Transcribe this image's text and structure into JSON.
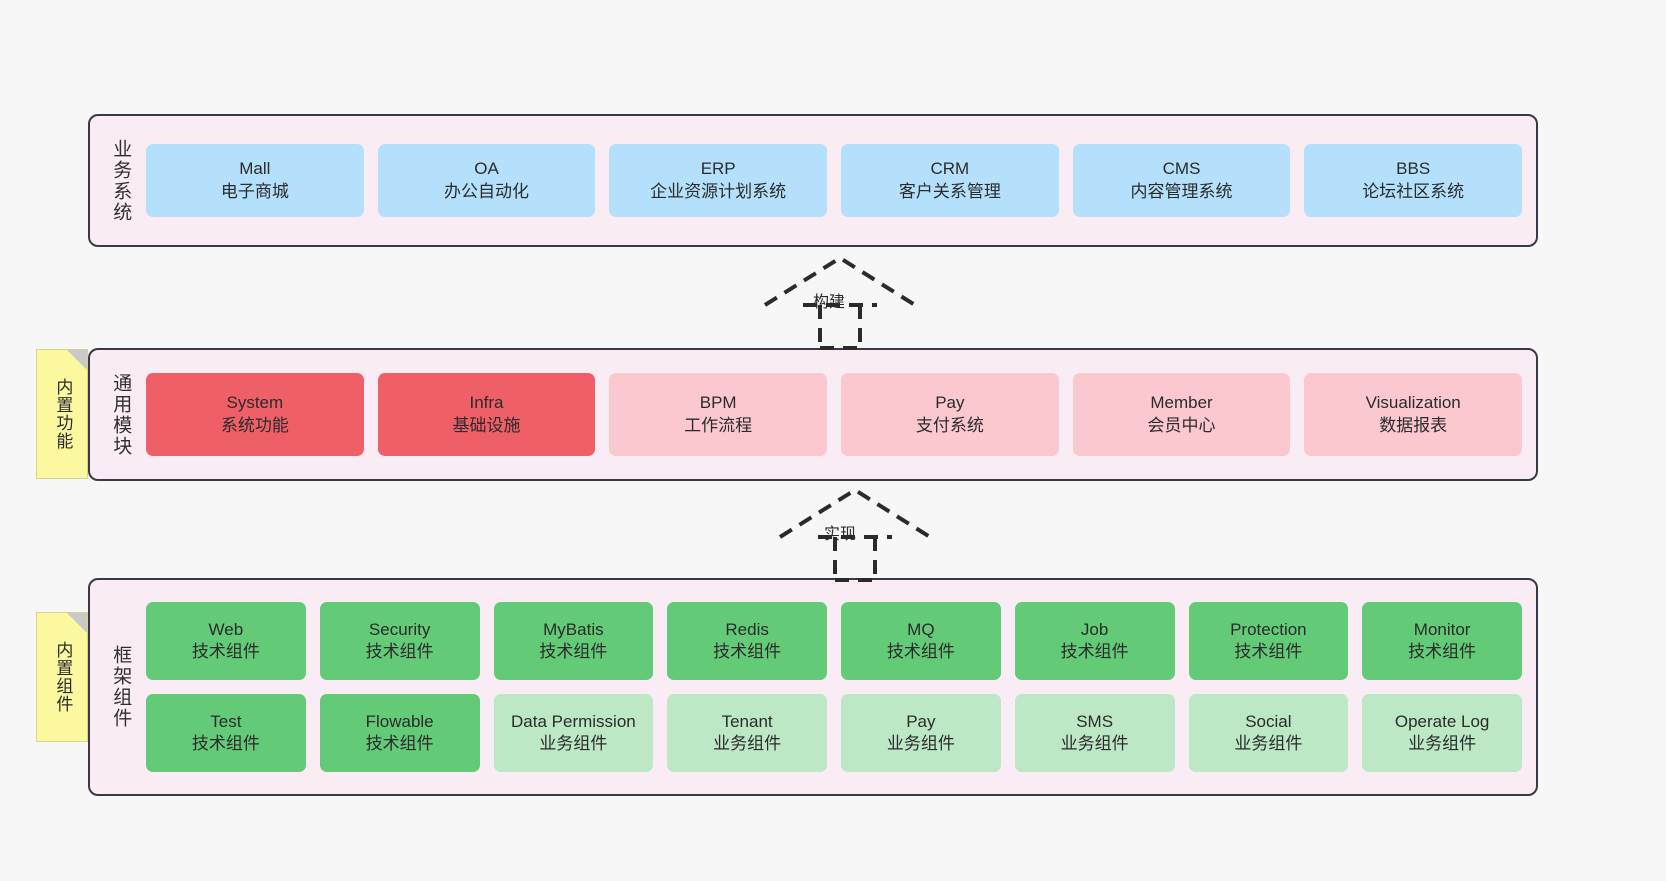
{
  "diagram": {
    "title": "",
    "colors": {
      "layer_background": "#f9ecf5",
      "layer_border": "#3d3846",
      "business_card": "#b4e0fb",
      "common_core_card": "#ef5f68",
      "common_card": "#fbc8d0",
      "tech_component_card": "#63cb78",
      "business_component_card": "#bde8c6",
      "sticky_note": "#fbf8a0",
      "canvas": "#f7f7f7"
    }
  },
  "layers": {
    "business": {
      "title": "业务系统",
      "cards": [
        {
          "en": "Mall",
          "cn": "电子商城"
        },
        {
          "en": "OA",
          "cn": "办公自动化"
        },
        {
          "en": "ERP",
          "cn": "企业资源计划系统"
        },
        {
          "en": "CRM",
          "cn": "客户关系管理"
        },
        {
          "en": "CMS",
          "cn": "内容管理系统"
        },
        {
          "en": "BBS",
          "cn": "论坛社区系统"
        }
      ]
    },
    "common": {
      "title": "通用模块",
      "sticky": "内置功能",
      "cards": [
        {
          "en": "System",
          "cn": "系统功能"
        },
        {
          "en": "Infra",
          "cn": "基础设施"
        },
        {
          "en": "BPM",
          "cn": "工作流程"
        },
        {
          "en": "Pay",
          "cn": "支付系统"
        },
        {
          "en": "Member",
          "cn": "会员中心"
        },
        {
          "en": "Visualization",
          "cn": "数据报表"
        }
      ]
    },
    "framework": {
      "title": "框架组件",
      "sticky": "内置组件",
      "row1": [
        {
          "en": "Web",
          "cn": "技术组件"
        },
        {
          "en": "Security",
          "cn": "技术组件"
        },
        {
          "en": "MyBatis",
          "cn": "技术组件"
        },
        {
          "en": "Redis",
          "cn": "技术组件"
        },
        {
          "en": "MQ",
          "cn": "技术组件"
        },
        {
          "en": "Job",
          "cn": "技术组件"
        },
        {
          "en": "Protection",
          "cn": "技术组件"
        },
        {
          "en": "Monitor",
          "cn": "技术组件"
        }
      ],
      "row2": [
        {
          "en": "Test",
          "cn": "技术组件"
        },
        {
          "en": "Flowable",
          "cn": "技术组件"
        },
        {
          "en": "Data Permission",
          "cn": "业务组件"
        },
        {
          "en": "Tenant",
          "cn": "业务组件"
        },
        {
          "en": "Pay",
          "cn": "业务组件"
        },
        {
          "en": "SMS",
          "cn": "业务组件"
        },
        {
          "en": "Social",
          "cn": "业务组件"
        },
        {
          "en": "Operate Log",
          "cn": "业务组件"
        }
      ]
    }
  },
  "connectors": [
    {
      "id": "build",
      "label": "构建",
      "from": "common",
      "to": "business"
    },
    {
      "id": "impl",
      "label": "实现",
      "from": "framework",
      "to": "common"
    }
  ]
}
